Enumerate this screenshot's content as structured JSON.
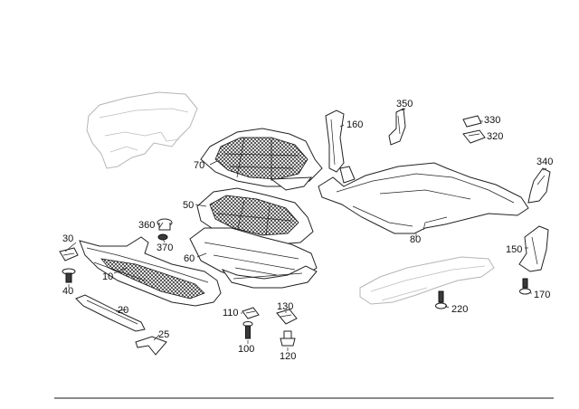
{
  "callouts": {
    "c10": "10",
    "c20": "20",
    "c25": "25",
    "c30": "30",
    "c40": "40",
    "c50": "50",
    "c60": "60",
    "c70": "70",
    "c80": "80",
    "c100": "100",
    "c110": "110",
    "c120": "120",
    "c130": "130",
    "c150": "150",
    "c160": "160",
    "c170": "170",
    "c220": "220",
    "c320": "320",
    "c330": "330",
    "c340": "340",
    "c350": "350",
    "c360": "360",
    "c370": "370"
  }
}
